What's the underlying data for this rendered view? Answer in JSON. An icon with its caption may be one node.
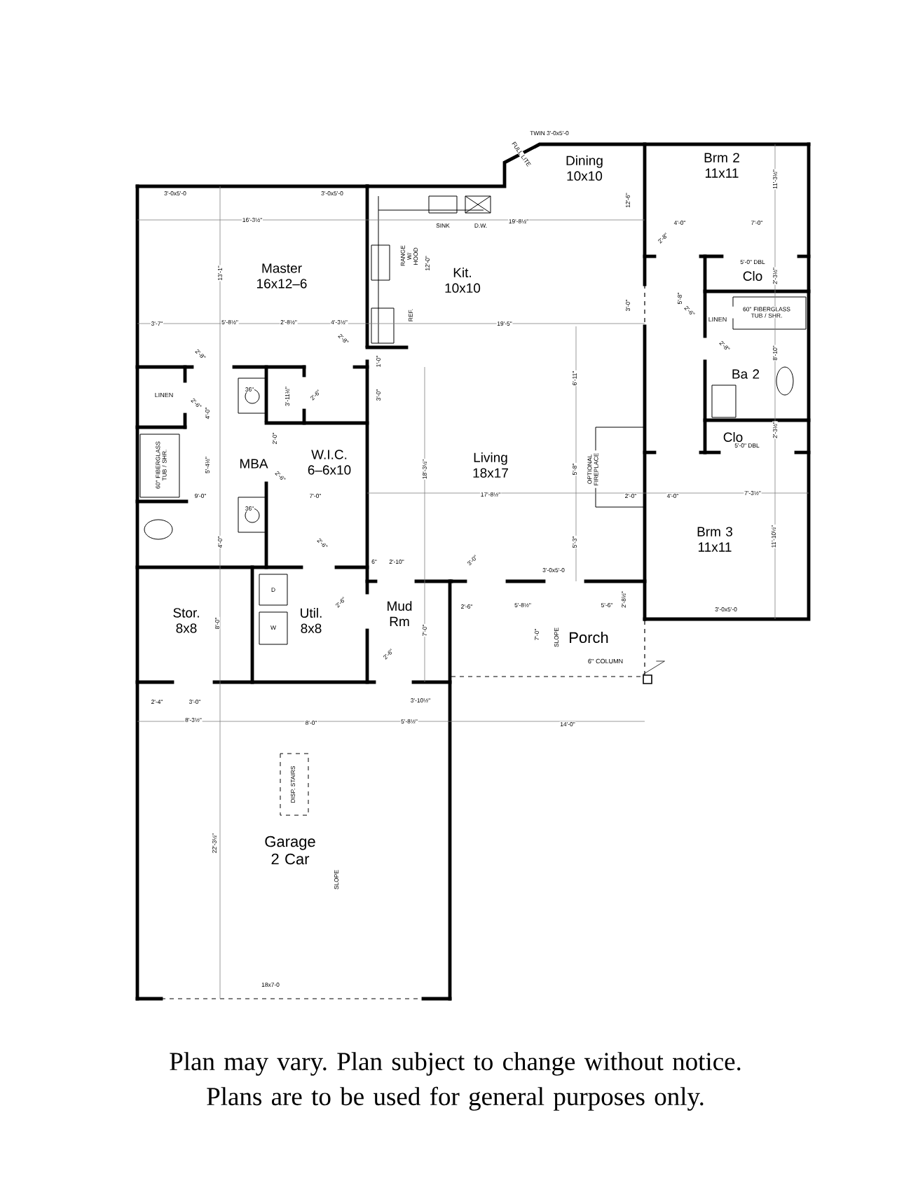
{
  "diagram": {
    "caption": "Plan may vary. Plan subject to change without notice. Plans are to be used for general purposes only.",
    "nodes": [
      {
        "text": [
          "Master",
          "16x12–6"
        ]
      },
      {
        "text": [
          "Kit.",
          "10x10"
        ]
      },
      {
        "text": [
          "Dining",
          "10x10"
        ]
      },
      {
        "text": [
          "Brm 2",
          "11x11"
        ]
      },
      {
        "text": [
          "Clo"
        ]
      },
      {
        "text": [
          "LINEN"
        ]
      },
      {
        "text": [
          "Ba 2"
        ]
      },
      {
        "text": [
          "Clo"
        ]
      },
      {
        "text": [
          "Living",
          "18x17"
        ]
      },
      {
        "text": [
          "Brm 3",
          "11x11"
        ]
      },
      {
        "text": [
          "LINEN"
        ]
      },
      {
        "text": [
          "MBA"
        ]
      },
      {
        "text": [
          "W.I.C.",
          "6–6x10"
        ]
      },
      {
        "text": [
          "Stor.",
          "8x8"
        ]
      },
      {
        "text": [
          "Util.",
          "8x8"
        ]
      },
      {
        "text": [
          "Mud Rm"
        ]
      },
      {
        "text": [
          "Porch"
        ]
      },
      {
        "text": [
          "Garage",
          "2 Car"
        ]
      },
      {
        "text": [
          "6\" COLUMN"
        ]
      },
      {
        "text": [],
        "shape": "box"
      }
    ],
    "edges": [
      {
        "from": 18,
        "to": 19,
        "arrow": "none"
      }
    ],
    "labels": [
      "TWIN 3'-0x5'-0",
      "FULL LITE",
      "3'-0x5'-0",
      "3'-0x5'-0",
      "16'-3½\"",
      "SINK",
      "D.W.",
      "19'-8½\"",
      "12'-6\"",
      "11'-3½\"",
      "RANGE W/ HOOD",
      "12'-0\"",
      "13'-1\"",
      "REF.",
      "4'-0\"",
      "7'-0\"",
      "2'-8\"",
      "5'-0\" DBL",
      "2'-3½\"",
      "5'-8\"",
      "3'-0\"",
      "2'-6\"",
      "60\" FIBERGLASS TUB / SHR.",
      "3'-7\"",
      "5'-8½\"",
      "2'-8½\"",
      "4'-3½\"",
      "19'-5\"",
      "2'-8\"",
      "2'-8\"",
      "1'-0\"",
      "2'-8\"",
      "8'-10\"",
      "6'-11\"",
      "36\"",
      "3'-11½\"",
      "2'-6\"",
      "3'-0\"",
      "2'-6\"",
      "4'-0\"",
      "2'-3½\"",
      "5'-0\" DBL",
      "2'-0\"",
      "OPTIONAL FIREPLACE",
      "5'-8\"",
      "60\" FIBERGLASS TUB / SHR.",
      "5'-4½\"",
      "2'-6\"",
      "18'-3½\"",
      "9'-0\"",
      "7'-0\"",
      "17'-8½\"",
      "2'-0\"",
      "4'-0\"",
      "7'-3½\"",
      "36\"",
      "4'-0\"",
      "2'-6\"",
      "5'-3\"",
      "11'-10½\"",
      "3'-0\"",
      "6\"",
      "2'-10\"",
      "3'-0x5'-0",
      "2'-6\"",
      "5'-8½\"",
      "5'-6\"",
      "2'-8½\"",
      "3'-0x5'-0",
      "2'-6\"",
      "D",
      "W",
      "8'-0\"",
      "7'-0\"",
      "7'-0\"",
      "SLOPE",
      "2'-6\"",
      "2'-4\"",
      "3'-0\"",
      "3'-10½\"",
      "8'-3½\"",
      "8'-0\"",
      "5'-8½\"",
      "14'-0\"",
      "DISP. STAIRS",
      "22'-3½\"",
      "SLOPE",
      "18x7-0"
    ]
  }
}
